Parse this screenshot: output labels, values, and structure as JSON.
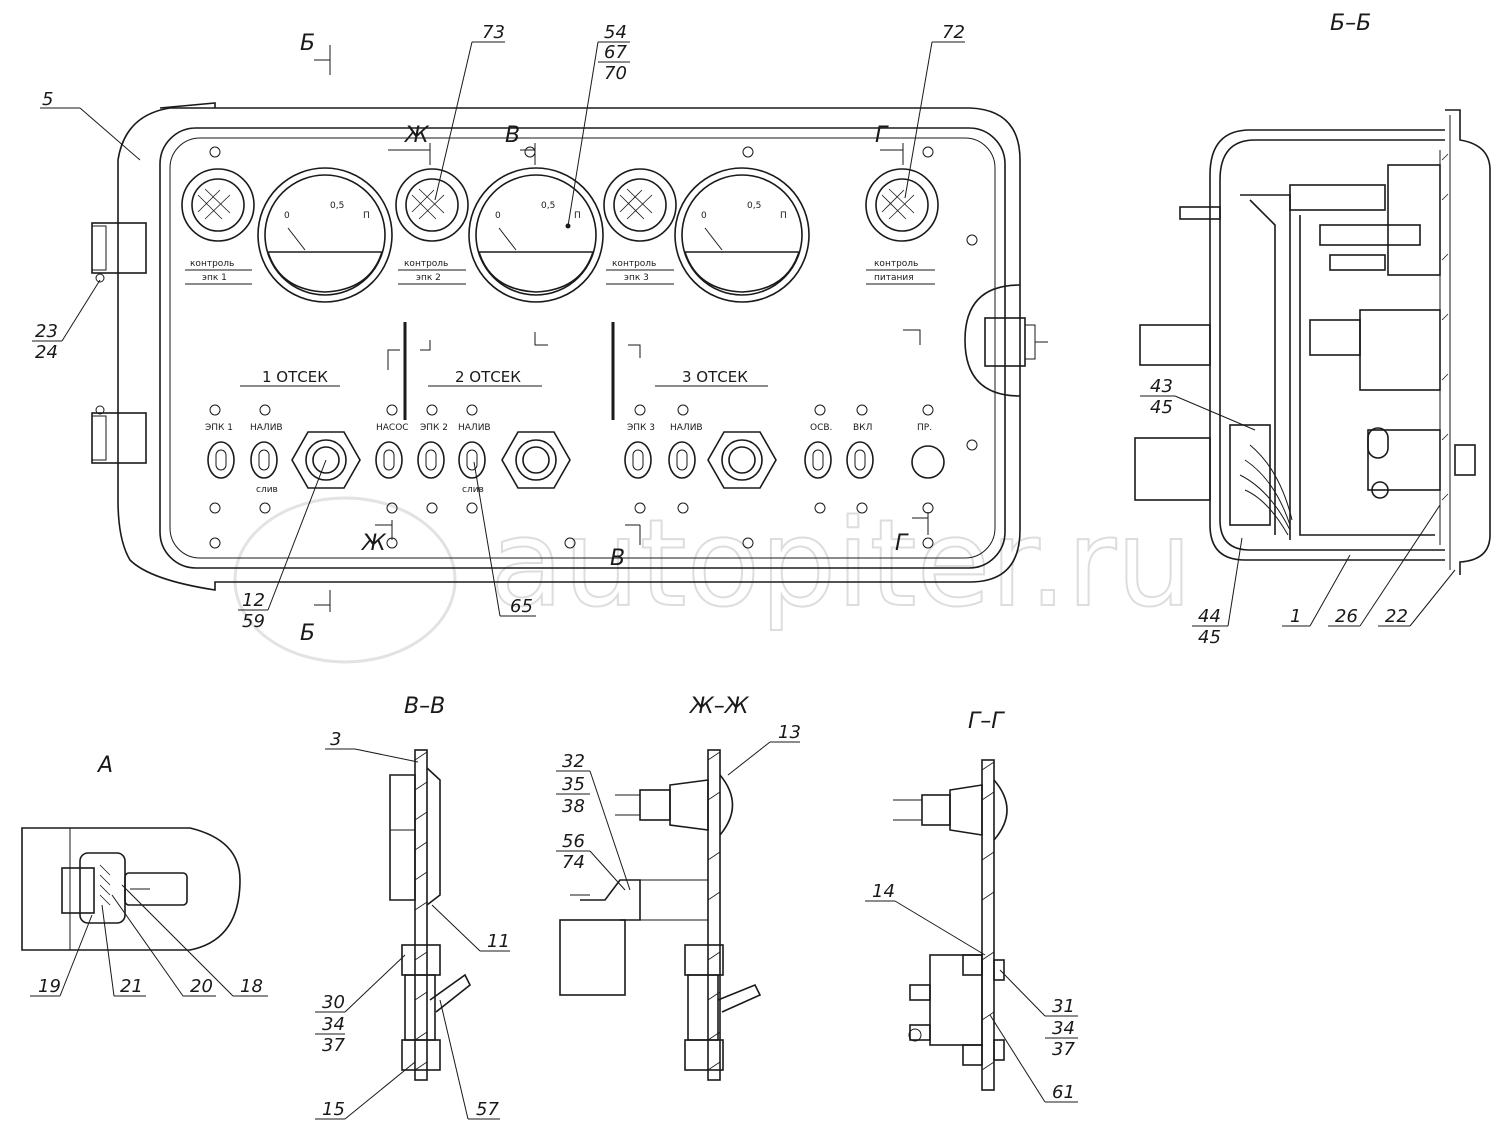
{
  "views": {
    "bb": "Б–Б",
    "vv": "В–В",
    "zhzh": "Ж–Ж",
    "gg": "Г–Г",
    "a": "А"
  },
  "section_marks": {
    "b": "Б",
    "zh": "Ж",
    "v": "В",
    "g": "Г"
  },
  "panel": {
    "compartments": [
      "1 ОТСЕК",
      "2 ОТСЕК",
      "3 ОТСЕК"
    ],
    "lamp_labels": [
      [
        "контроль",
        "эпк 1"
      ],
      [
        "контроль",
        "эпк 2"
      ],
      [
        "контроль",
        "эпк 3"
      ],
      [
        "контроль",
        "питания"
      ]
    ],
    "gauge_scale": [
      "0",
      "0,5",
      "П"
    ],
    "switch_labels": [
      "ЭПК 1",
      "НАЛИВ",
      "НАСОС",
      "ЭПК 2",
      "НАЛИВ",
      "ЭПК 3",
      "НАЛИВ",
      "ОСВ.",
      "ВКЛ",
      "ПР."
    ],
    "slip_label": "слив"
  },
  "callouts": [
    "5",
    "23",
    "24",
    "73",
    "54",
    "67",
    "70",
    "72",
    "12",
    "59",
    "65",
    "43",
    "45",
    "44",
    "45",
    "1",
    "26",
    "22",
    "3",
    "11",
    "30",
    "34",
    "37",
    "15",
    "57",
    "13",
    "32",
    "35",
    "38",
    "56",
    "74",
    "14",
    "31",
    "34",
    "37",
    "61",
    "19",
    "21",
    "20",
    "18"
  ],
  "watermark": "autopiter.ru"
}
